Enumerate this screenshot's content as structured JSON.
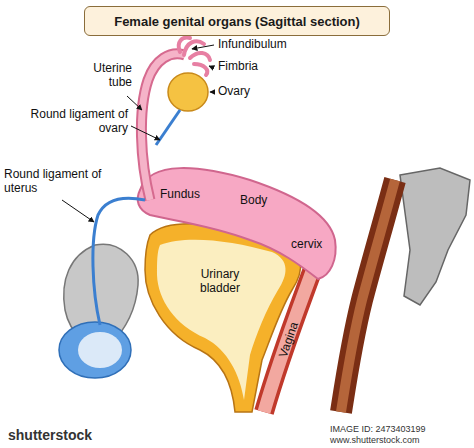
{
  "diagram": {
    "title": "Female genital organs (Sagittal section)",
    "labels": [
      "Infundibulum",
      "Uterine tube",
      "Fimbria",
      "Ovary",
      "Round ligament of ovary",
      "Round ligament of uterus",
      "Fundus",
      "Body",
      "cervix",
      "Urinary bladder",
      "Vagina",
      "shutterstock",
      "IMAGE ID: 2473403199",
      "www.shutterstock.com"
    ]
  }
}
